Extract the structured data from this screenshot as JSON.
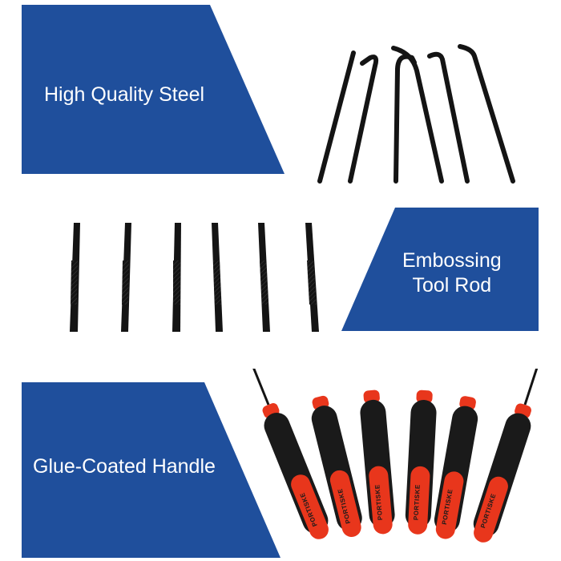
{
  "colors": {
    "banner_blue": "#1f4f9c",
    "tool_black": "#141414",
    "handle_red": "#e8361c",
    "background": "#ffffff"
  },
  "panels": [
    {
      "id": "steel",
      "label": "High Quality Steel",
      "subject": "hook-picks"
    },
    {
      "id": "rod",
      "label": "Embossing\nTool Rod",
      "subject": "knurled-rods"
    },
    {
      "id": "handle",
      "label": "Glue-Coated Handle",
      "subject": "handles",
      "handle_count": 6,
      "brand_text": "PORTISKE"
    }
  ]
}
